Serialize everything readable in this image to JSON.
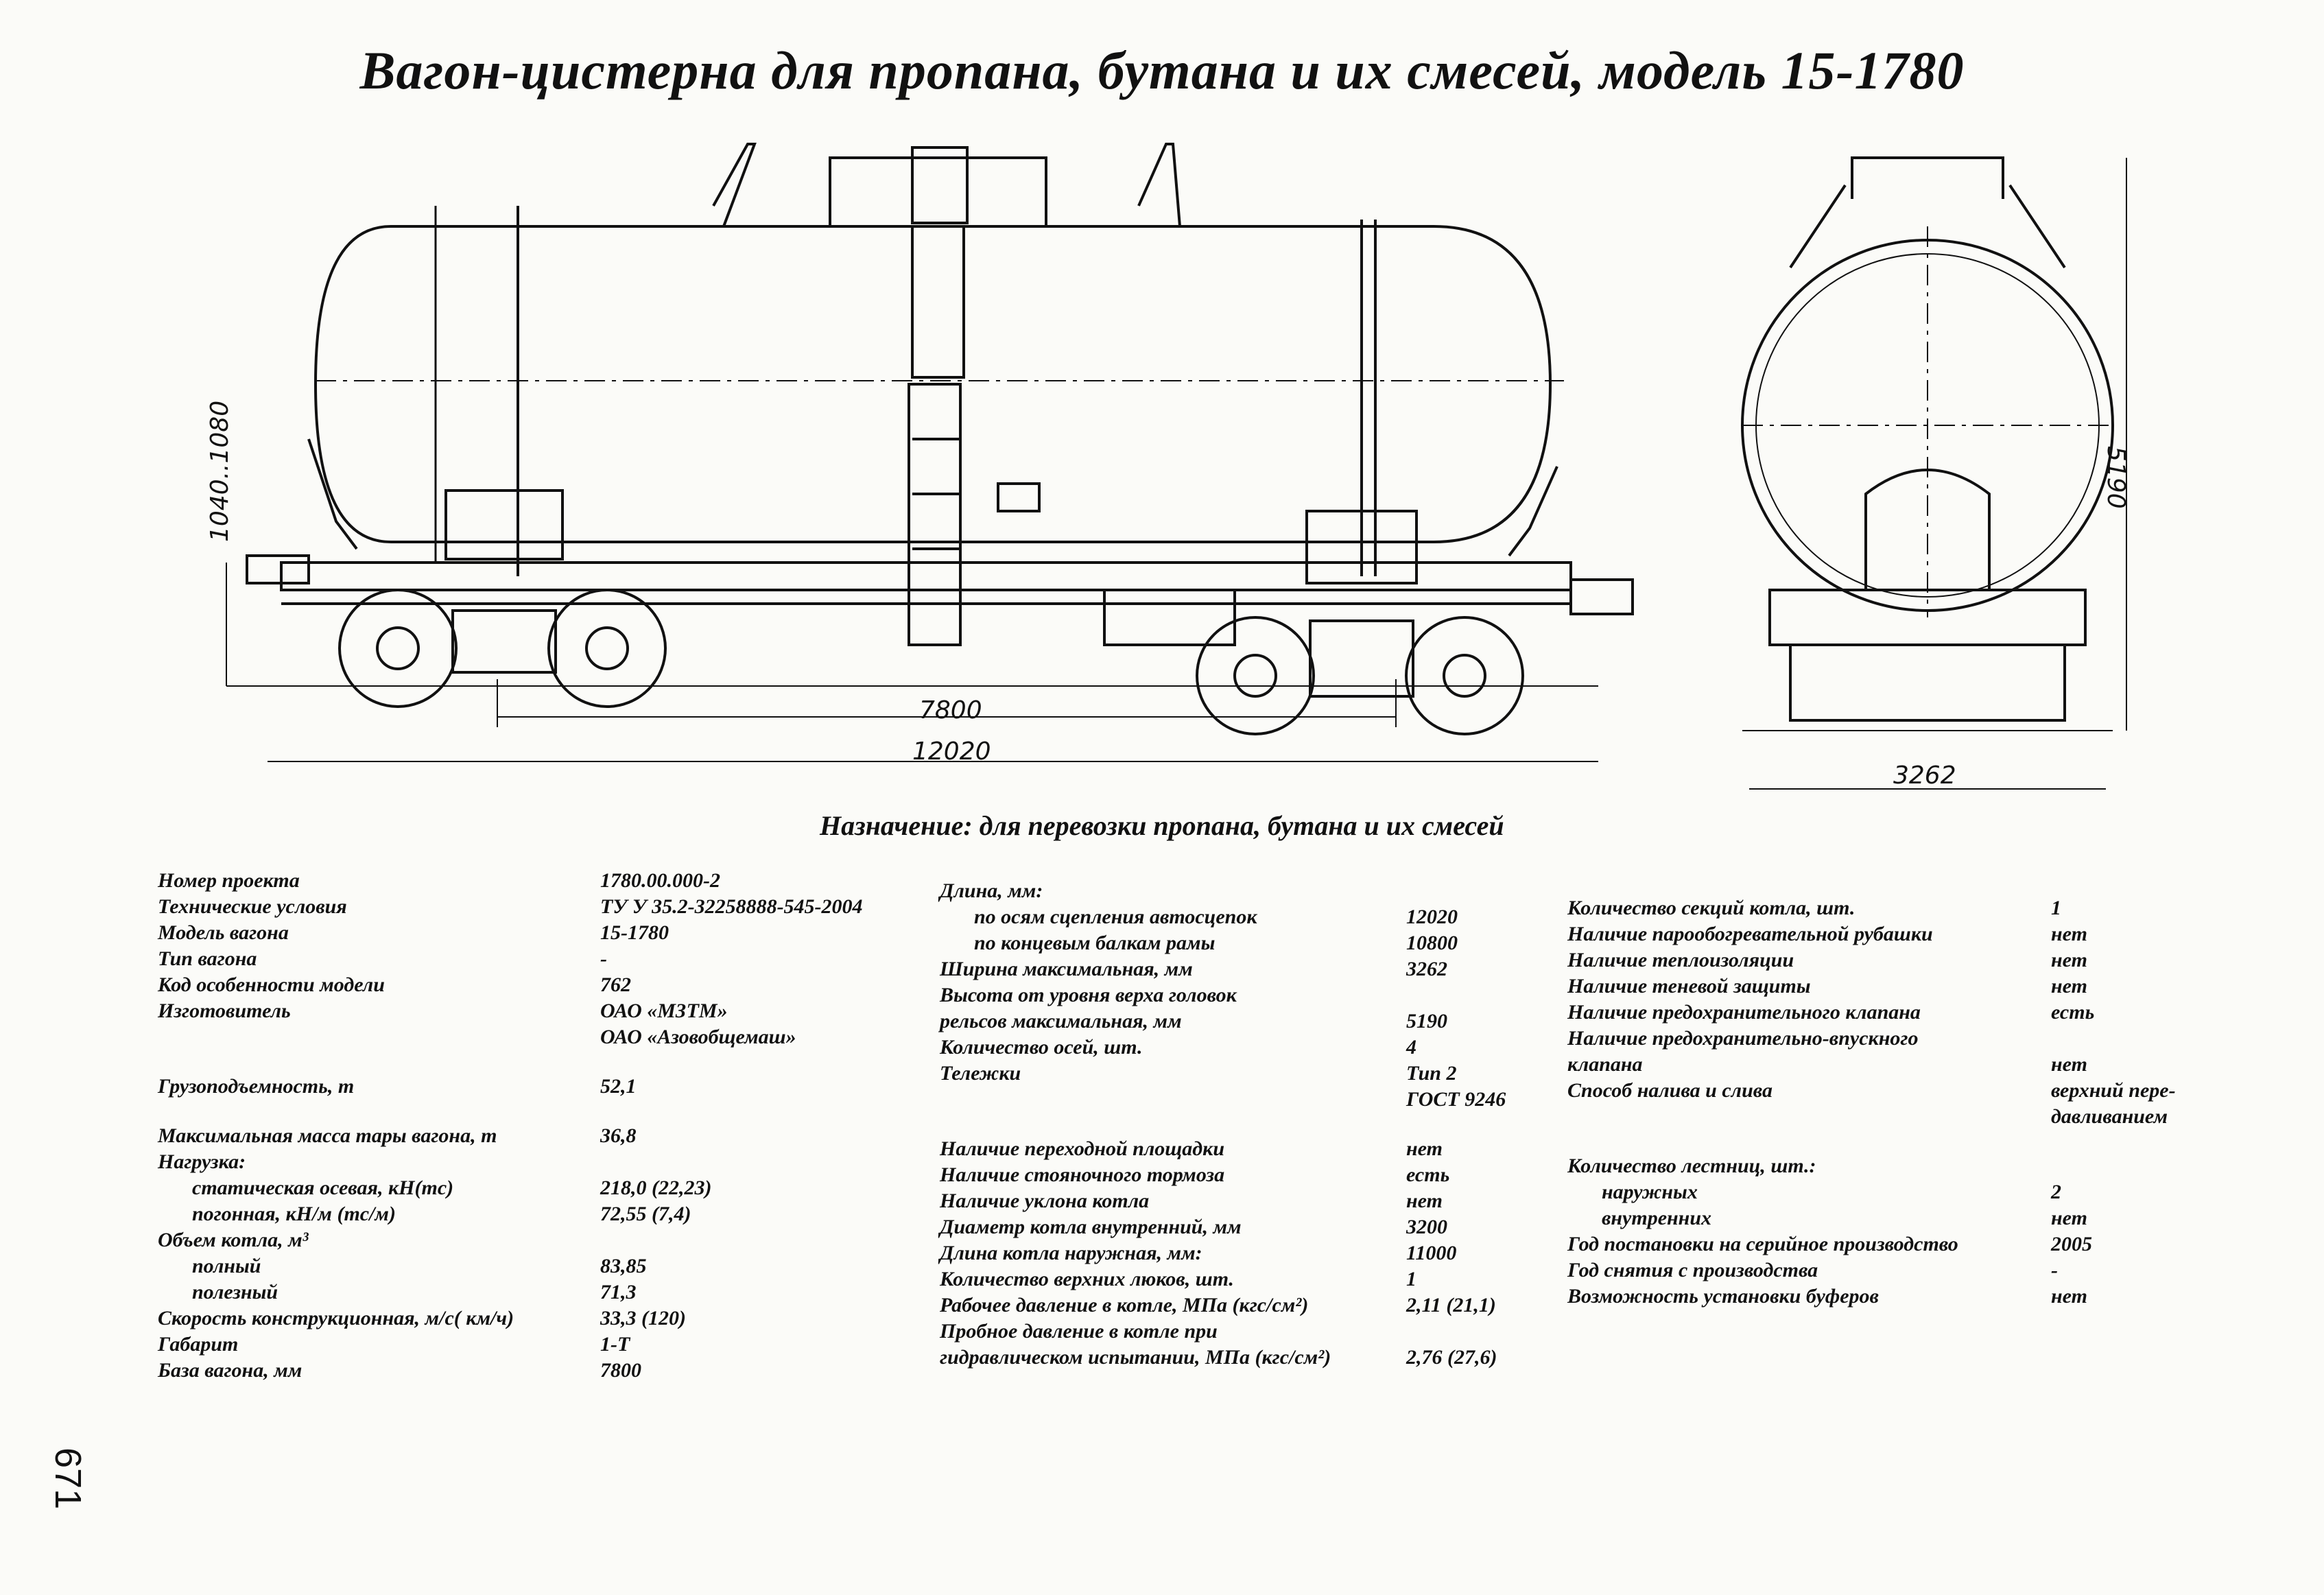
{
  "title": "Вагон-цистерна для пропана, бутана и их смесей, модель 15-1780",
  "dimensions": {
    "base": "7800",
    "length": "12020",
    "width": "3262",
    "height": "5190",
    "side_height": "1040..1080"
  },
  "purpose": "Назначение: для перевозки пропана, бутана и их смесей",
  "col1": [
    {
      "label": "Номер проекта",
      "value": "1780.00.000-2"
    },
    {
      "label": "Технические условия",
      "value": "ТУ У 35.2-32258888-545-2004"
    },
    {
      "label": "Модель вагона",
      "value": "15-1780"
    },
    {
      "label": "Тип вагона",
      "value": "-"
    },
    {
      "label": "Код особенности модели",
      "value": "762"
    },
    {
      "label": "Изготовитель",
      "value": "ОАО «МЗТМ»"
    },
    {
      "label": "",
      "value": "ОАО «Азовобщемаш»"
    },
    {
      "label": "Грузоподъемность, т",
      "value": "52,1"
    },
    {
      "label": "Максимальная масса тары вагона, т",
      "value": "36,8"
    },
    {
      "label": "Нагрузка:",
      "value": ""
    },
    {
      "label": "статическая осевая, кН(тс)",
      "value": "218,0 (22,23)",
      "indent": true
    },
    {
      "label": "погонная, кН/м (тс/м)",
      "value": "72,55 (7,4)",
      "indent": true
    },
    {
      "label": "Объем котла, м³",
      "value": ""
    },
    {
      "label": "полный",
      "value": "83,85",
      "indent": true
    },
    {
      "label": "полезный",
      "value": "71,3",
      "indent": true
    },
    {
      "label": "Скорость конструкционная, м/с( км/ч)",
      "value": "33,3 (120)"
    },
    {
      "label": "Габарит",
      "value": "1-Т"
    },
    {
      "label": "База вагона, мм",
      "value": "7800"
    }
  ],
  "col2": [
    {
      "label": "Длина, мм:",
      "value": ""
    },
    {
      "label": "по осям сцепления автосцепок",
      "value": "12020",
      "indent": true
    },
    {
      "label": "по концевым балкам рамы",
      "value": "10800",
      "indent": true
    },
    {
      "label": "Ширина максимальная, мм",
      "value": "3262"
    },
    {
      "label": "Высота от уровня верха головок",
      "value": ""
    },
    {
      "label": "рельсов максимальная, мм",
      "value": "5190"
    },
    {
      "label": "Количество осей, шт.",
      "value": "4"
    },
    {
      "label": "Тележки",
      "value": "Тип 2"
    },
    {
      "label": "",
      "value": "ГОСТ 9246"
    },
    {
      "label": "Наличие переходной площадки",
      "value": "нет"
    },
    {
      "label": "Наличие стояночного тормоза",
      "value": "есть"
    },
    {
      "label": "Наличие уклона котла",
      "value": "нет"
    },
    {
      "label": "Диаметр котла внутренний, мм",
      "value": "3200"
    },
    {
      "label": "Длина котла наружная, мм:",
      "value": "11000"
    },
    {
      "label": "Количество верхних люков, шт.",
      "value": "1"
    },
    {
      "label": "Рабочее давление в котле, МПа (кгс/см²)",
      "value": "2,11 (21,1)"
    },
    {
      "label": "Пробное давление в котле при",
      "value": ""
    },
    {
      "label": "гидравлическом испытании, МПа (кгс/см²)",
      "value": "2,76 (27,6)"
    }
  ],
  "col3": [
    {
      "label": "Количество секций котла, шт.",
      "value": "1"
    },
    {
      "label": "Наличие парообогревательной рубашки",
      "value": "нет"
    },
    {
      "label": "Наличие теплоизоляции",
      "value": "нет"
    },
    {
      "label": "Наличие теневой защиты",
      "value": "нет"
    },
    {
      "label": "Наличие предохранительного клапана",
      "value": "есть"
    },
    {
      "label": "Наличие предохранительно-впускного",
      "value": ""
    },
    {
      "label": "клапана",
      "value": "нет"
    },
    {
      "label": "Способ налива и слива",
      "value": "верхний пере-"
    },
    {
      "label": "",
      "value": "давливанием"
    },
    {
      "label": "Количество лестниц, шт.:",
      "value": ""
    },
    {
      "label": "наружных",
      "value": "2",
      "indent": true
    },
    {
      "label": "внутренних",
      "value": "нет",
      "indent": true
    },
    {
      "label": "Год постановки на серийное производство",
      "value": "2005"
    },
    {
      "label": "Год снятия с производства",
      "value": "-"
    },
    {
      "label": "Возможность установки буферов",
      "value": "нет"
    }
  ],
  "page_number": "671"
}
